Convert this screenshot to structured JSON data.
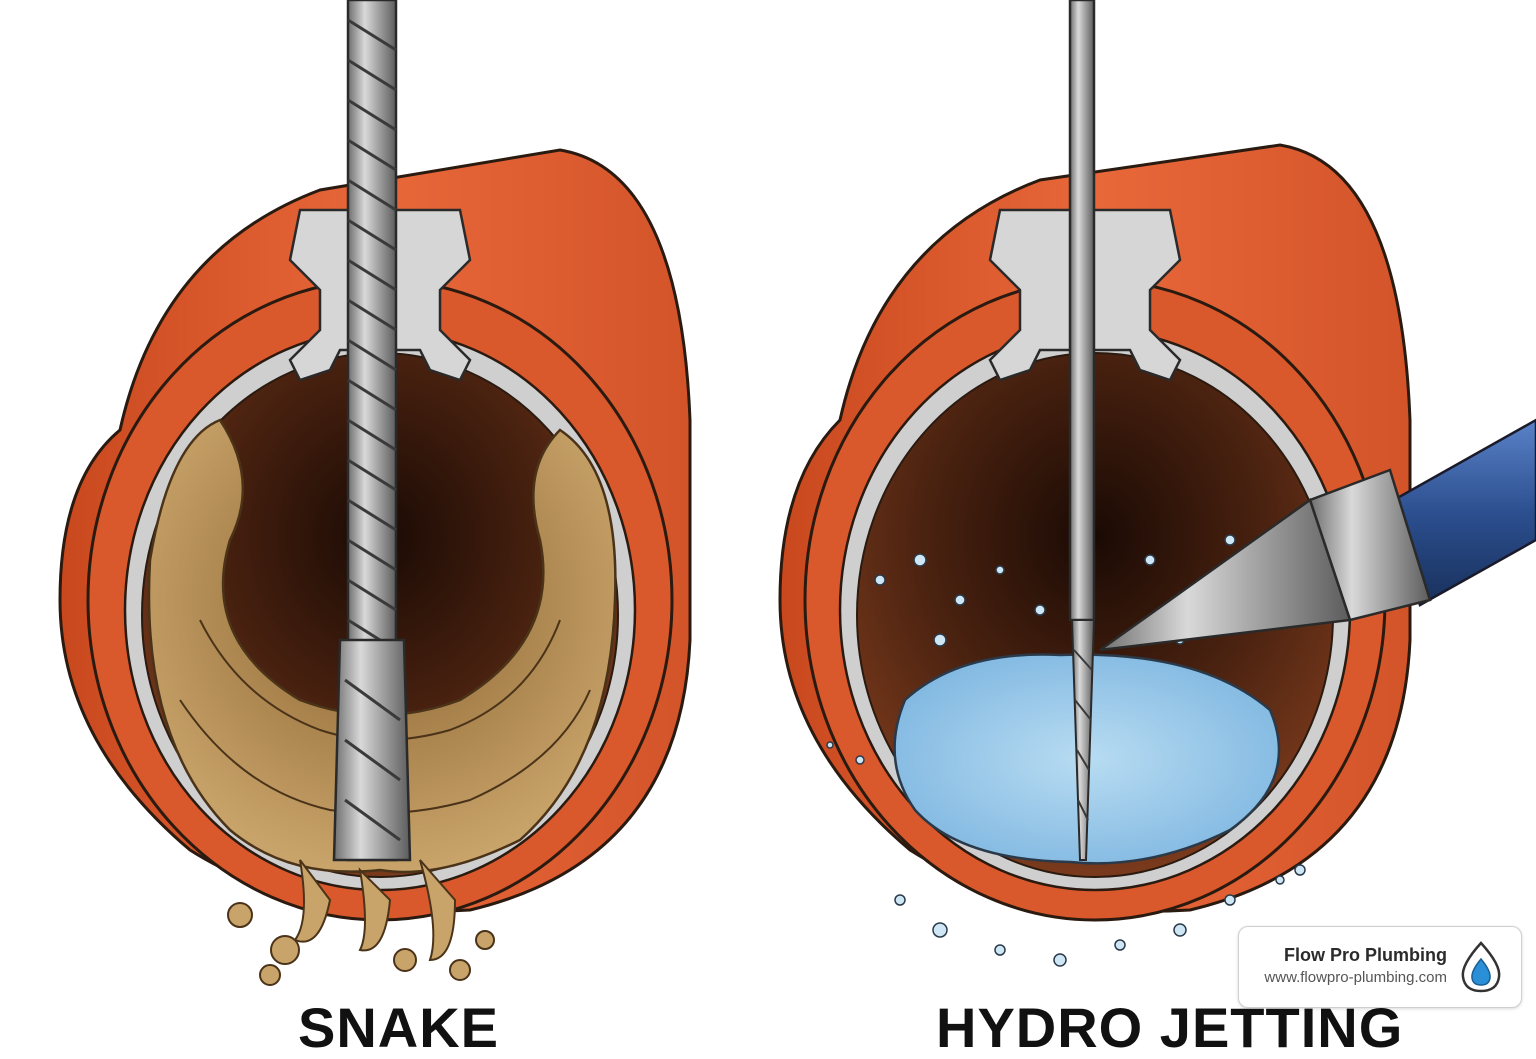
{
  "labels": {
    "left": "SNAKE",
    "right": "HYDRO JETTING"
  },
  "brand": {
    "name": "Flow Pro Plumbing",
    "url": "www.flowpro-plumbing.com",
    "icon": "water-drop-icon"
  },
  "colors": {
    "pipe": "#e05a2a",
    "pipe_inner": "#5a2810",
    "sludge": "#c9a46a",
    "water": "#8fc3e8",
    "nozzle_hose": "#2c4f8f",
    "metal": "#9a9a9a",
    "brand_drop": "#2a8fd6"
  }
}
